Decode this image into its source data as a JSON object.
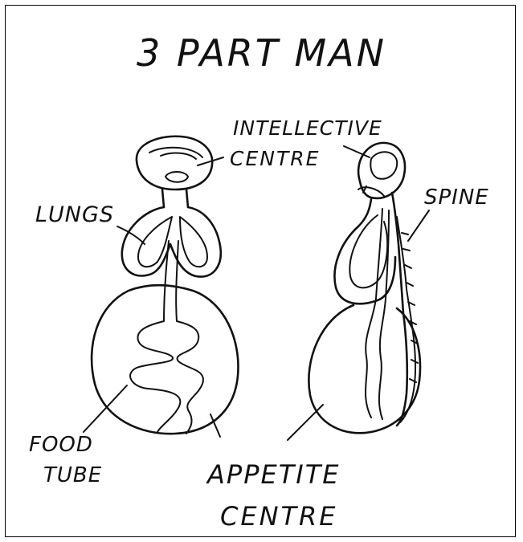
{
  "title": "3 PART MAN",
  "labels": {
    "intellective_line1": "INTELLECTIVE",
    "intellective_line2": "CENTRE",
    "lungs": "LUNGS",
    "spine": "SPINE",
    "food_line1": "FOOD",
    "food_line2": "TUBE",
    "appetite_line1": "APPETITE",
    "appetite_line2": "CENTRE"
  }
}
